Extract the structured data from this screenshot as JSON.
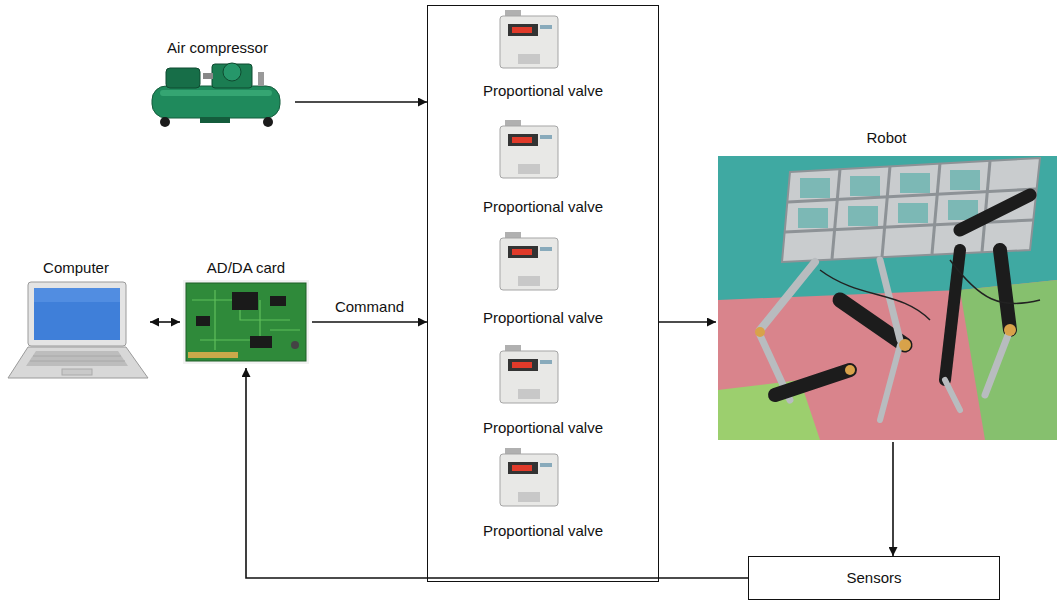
{
  "diagram": {
    "nodes": [
      {
        "text": [
          "Air compressor"
        ]
      },
      {
        "text": [
          "Computer"
        ]
      },
      {
        "text": [
          "AD/DA card"
        ]
      },
      {
        "text": []
      },
      {
        "text": [
          "Proportional valve"
        ],
        "in": 3
      },
      {
        "text": [
          "Proportional valve"
        ],
        "in": 3
      },
      {
        "text": [
          "Proportional valve"
        ],
        "in": 3
      },
      {
        "text": [
          "Proportional valve"
        ],
        "in": 3
      },
      {
        "text": [
          "Proportional valve"
        ],
        "in": 3
      },
      {
        "text": [
          "Robot"
        ]
      },
      {
        "text": [
          "Sensors"
        ]
      }
    ],
    "edges": [
      {
        "from": 0,
        "to": 3,
        "arrow": "to"
      },
      {
        "from": 1,
        "to": 2,
        "arrow": "both"
      },
      {
        "from": 2,
        "to": 3,
        "label": "Command",
        "arrow": "to"
      },
      {
        "from": 3,
        "to": 9,
        "arrow": "to"
      },
      {
        "from": 9,
        "to": 10,
        "arrow": "to"
      },
      {
        "from": 10,
        "to": 2,
        "arrow": "to"
      }
    ]
  }
}
